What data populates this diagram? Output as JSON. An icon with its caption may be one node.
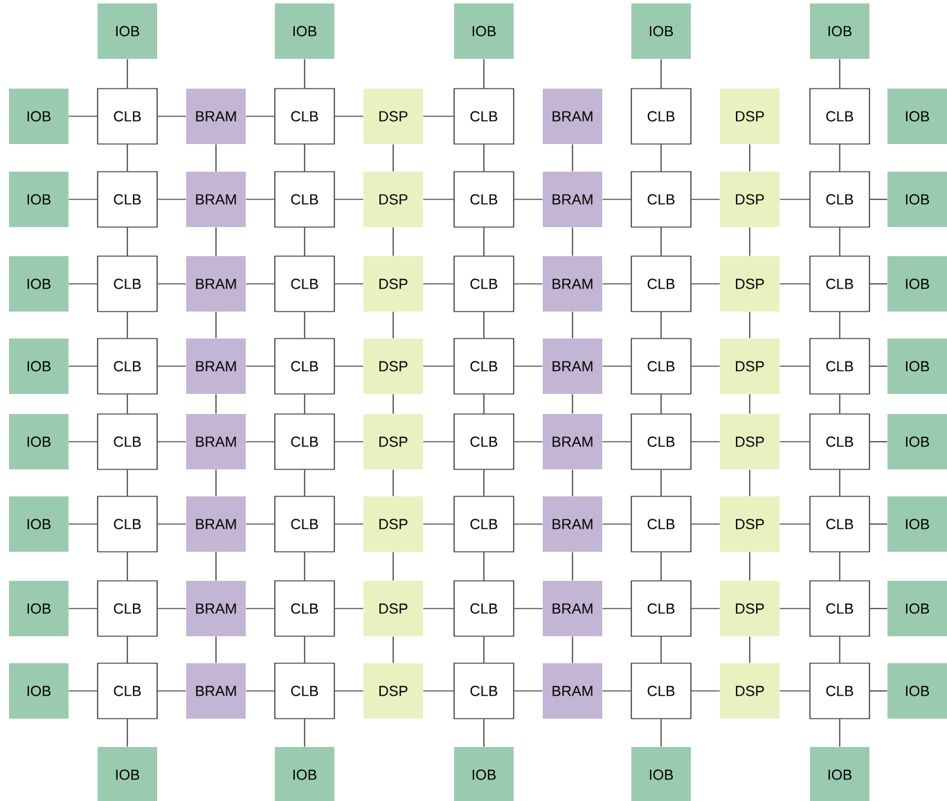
{
  "diagram": {
    "nodes": [
      {
        "text": [
          "IOB"
        ]
      },
      {
        "text": [
          "IOB"
        ]
      },
      {
        "text": [
          "IOB"
        ]
      },
      {
        "text": [
          "IOB"
        ]
      },
      {
        "text": [
          "IOB"
        ]
      },
      {
        "text": [
          "IOB"
        ]
      },
      {
        "text": [
          "CLB"
        ]
      },
      {
        "text": [
          "BRAM"
        ]
      },
      {
        "text": [
          "CLB"
        ]
      },
      {
        "text": [
          "DSP"
        ]
      },
      {
        "text": [
          "CLB"
        ]
      },
      {
        "text": [
          "BRAM"
        ]
      },
      {
        "text": [
          "CLB"
        ]
      },
      {
        "text": [
          "DSP"
        ]
      },
      {
        "text": [
          "CLB"
        ]
      },
      {
        "text": [
          "IOB"
        ]
      },
      {
        "text": [
          "IOB"
        ]
      },
      {
        "text": [
          "CLB"
        ]
      },
      {
        "text": [
          "BRAM"
        ]
      },
      {
        "text": [
          "CLB"
        ]
      },
      {
        "text": [
          "DSP"
        ]
      },
      {
        "text": [
          "CLB"
        ]
      },
      {
        "text": [
          "BRAM"
        ]
      },
      {
        "text": [
          "CLB"
        ]
      },
      {
        "text": [
          "DSP"
        ]
      },
      {
        "text": [
          "CLB"
        ]
      },
      {
        "text": [
          "IOB"
        ]
      },
      {
        "text": [
          "IOB"
        ]
      },
      {
        "text": [
          "CLB"
        ]
      },
      {
        "text": [
          "BRAM"
        ]
      },
      {
        "text": [
          "CLB"
        ]
      },
      {
        "text": [
          "DSP"
        ]
      },
      {
        "text": [
          "CLB"
        ]
      },
      {
        "text": [
          "BRAM"
        ]
      },
      {
        "text": [
          "CLB"
        ]
      },
      {
        "text": [
          "DSP"
        ]
      },
      {
        "text": [
          "CLB"
        ]
      },
      {
        "text": [
          "IOB"
        ]
      },
      {
        "text": [
          "IOB"
        ]
      },
      {
        "text": [
          "CLB"
        ]
      },
      {
        "text": [
          "BRAM"
        ]
      },
      {
        "text": [
          "CLB"
        ]
      },
      {
        "text": [
          "DSP"
        ]
      },
      {
        "text": [
          "CLB"
        ]
      },
      {
        "text": [
          "BRAM"
        ]
      },
      {
        "text": [
          "CLB"
        ]
      },
      {
        "text": [
          "DSP"
        ]
      },
      {
        "text": [
          "CLB"
        ]
      },
      {
        "text": [
          "IOB"
        ]
      },
      {
        "text": [
          "IOB"
        ]
      },
      {
        "text": [
          "CLB"
        ]
      },
      {
        "text": [
          "BRAM"
        ]
      },
      {
        "text": [
          "CLB"
        ]
      },
      {
        "text": [
          "DSP"
        ]
      },
      {
        "text": [
          "CLB"
        ]
      },
      {
        "text": [
          "BRAM"
        ]
      },
      {
        "text": [
          "CLB"
        ]
      },
      {
        "text": [
          "DSP"
        ]
      },
      {
        "text": [
          "CLB"
        ]
      },
      {
        "text": [
          "IOB"
        ]
      },
      {
        "text": [
          "IOB"
        ]
      },
      {
        "text": [
          "CLB"
        ]
      },
      {
        "text": [
          "BRAM"
        ]
      },
      {
        "text": [
          "CLB"
        ]
      },
      {
        "text": [
          "DSP"
        ]
      },
      {
        "text": [
          "CLB"
        ]
      },
      {
        "text": [
          "BRAM"
        ]
      },
      {
        "text": [
          "CLB"
        ]
      },
      {
        "text": [
          "DSP"
        ]
      },
      {
        "text": [
          "CLB"
        ]
      },
      {
        "text": [
          "IOB"
        ]
      },
      {
        "text": [
          "IOB"
        ]
      },
      {
        "text": [
          "CLB"
        ]
      },
      {
        "text": [
          "BRAM"
        ]
      },
      {
        "text": [
          "CLB"
        ]
      },
      {
        "text": [
          "DSP"
        ]
      },
      {
        "text": [
          "CLB"
        ]
      },
      {
        "text": [
          "BRAM"
        ]
      },
      {
        "text": [
          "CLB"
        ]
      },
      {
        "text": [
          "DSP"
        ]
      },
      {
        "text": [
          "CLB"
        ]
      },
      {
        "text": [
          "IOB"
        ]
      },
      {
        "text": [
          "IOB"
        ]
      },
      {
        "text": [
          "CLB"
        ]
      },
      {
        "text": [
          "BRAM"
        ]
      },
      {
        "text": [
          "CLB"
        ]
      },
      {
        "text": [
          "DSP"
        ]
      },
      {
        "text": [
          "CLB"
        ]
      },
      {
        "text": [
          "BRAM"
        ]
      },
      {
        "text": [
          "CLB"
        ]
      },
      {
        "text": [
          "DSP"
        ]
      },
      {
        "text": [
          "CLB"
        ]
      },
      {
        "text": [
          "IOB"
        ]
      },
      {
        "text": [
          "IOB"
        ]
      },
      {
        "text": [
          "IOB"
        ]
      },
      {
        "text": [
          "IOB"
        ]
      },
      {
        "text": [
          "IOB"
        ]
      },
      {
        "text": [
          "IOB"
        ]
      }
    ],
    "edges": [
      {
        "from": 0,
        "to": 6,
        "arrow": "none"
      },
      {
        "from": 1,
        "to": 8,
        "arrow": "none"
      },
      {
        "from": 2,
        "to": 10,
        "arrow": "none"
      },
      {
        "from": 3,
        "to": 12,
        "arrow": "none"
      },
      {
        "from": 4,
        "to": 14,
        "arrow": "none"
      },
      {
        "from": 5,
        "to": 6,
        "arrow": "none"
      },
      {
        "from": 6,
        "to": 7,
        "arrow": "none"
      },
      {
        "from": 7,
        "to": 8,
        "arrow": "none"
      },
      {
        "from": 8,
        "to": 9,
        "arrow": "none"
      },
      {
        "from": 9,
        "to": 10,
        "arrow": "none"
      },
      {
        "from": 6,
        "to": 17,
        "arrow": "none"
      },
      {
        "from": 7,
        "to": 18,
        "arrow": "none"
      },
      {
        "from": 8,
        "to": 19,
        "arrow": "none"
      },
      {
        "from": 9,
        "to": 20,
        "arrow": "none"
      },
      {
        "from": 10,
        "to": 21,
        "arrow": "none"
      },
      {
        "from": 11,
        "to": 22,
        "arrow": "none"
      },
      {
        "from": 12,
        "to": 23,
        "arrow": "none"
      },
      {
        "from": 13,
        "to": 24,
        "arrow": "none"
      },
      {
        "from": 14,
        "to": 25,
        "arrow": "none"
      },
      {
        "from": 16,
        "to": 17,
        "arrow": "none"
      },
      {
        "from": 17,
        "to": 18,
        "arrow": "none"
      },
      {
        "from": 18,
        "to": 19,
        "arrow": "none"
      },
      {
        "from": 19,
        "to": 20,
        "arrow": "none"
      },
      {
        "from": 20,
        "to": 21,
        "arrow": "none"
      },
      {
        "from": 21,
        "to": 22,
        "arrow": "none"
      },
      {
        "from": 22,
        "to": 23,
        "arrow": "none"
      },
      {
        "from": 23,
        "to": 24,
        "arrow": "none"
      },
      {
        "from": 24,
        "to": 25,
        "arrow": "none"
      },
      {
        "from": 25,
        "to": 26,
        "arrow": "none"
      },
      {
        "from": 17,
        "to": 28,
        "arrow": "none"
      },
      {
        "from": 18,
        "to": 29,
        "arrow": "none"
      },
      {
        "from": 19,
        "to": 30,
        "arrow": "none"
      },
      {
        "from": 20,
        "to": 31,
        "arrow": "none"
      },
      {
        "from": 21,
        "to": 32,
        "arrow": "none"
      },
      {
        "from": 22,
        "to": 33,
        "arrow": "none"
      },
      {
        "from": 23,
        "to": 34,
        "arrow": "none"
      },
      {
        "from": 24,
        "to": 35,
        "arrow": "none"
      },
      {
        "from": 25,
        "to": 36,
        "arrow": "none"
      },
      {
        "from": 27,
        "to": 28,
        "arrow": "none"
      },
      {
        "from": 28,
        "to": 29,
        "arrow": "none"
      },
      {
        "from": 29,
        "to": 30,
        "arrow": "none"
      },
      {
        "from": 30,
        "to": 31,
        "arrow": "none"
      },
      {
        "from": 31,
        "to": 32,
        "arrow": "none"
      },
      {
        "from": 32,
        "to": 33,
        "arrow": "none"
      },
      {
        "from": 33,
        "to": 34,
        "arrow": "none"
      },
      {
        "from": 34,
        "to": 35,
        "arrow": "none"
      },
      {
        "from": 35,
        "to": 36,
        "arrow": "none"
      },
      {
        "from": 36,
        "to": 37,
        "arrow": "none"
      },
      {
        "from": 28,
        "to": 39,
        "arrow": "none"
      },
      {
        "from": 29,
        "to": 40,
        "arrow": "none"
      },
      {
        "from": 30,
        "to": 41,
        "arrow": "none"
      },
      {
        "from": 31,
        "to": 42,
        "arrow": "none"
      },
      {
        "from": 32,
        "to": 43,
        "arrow": "none"
      },
      {
        "from": 33,
        "to": 44,
        "arrow": "none"
      },
      {
        "from": 34,
        "to": 45,
        "arrow": "none"
      },
      {
        "from": 35,
        "to": 46,
        "arrow": "none"
      },
      {
        "from": 36,
        "to": 47,
        "arrow": "none"
      },
      {
        "from": 38,
        "to": 39,
        "arrow": "none"
      },
      {
        "from": 39,
        "to": 40,
        "arrow": "none"
      },
      {
        "from": 40,
        "to": 41,
        "arrow": "none"
      },
      {
        "from": 41,
        "to": 42,
        "arrow": "none"
      },
      {
        "from": 42,
        "to": 43,
        "arrow": "none"
      },
      {
        "from": 43,
        "to": 44,
        "arrow": "none"
      },
      {
        "from": 44,
        "to": 45,
        "arrow": "none"
      },
      {
        "from": 45,
        "to": 46,
        "arrow": "none"
      },
      {
        "from": 46,
        "to": 47,
        "arrow": "none"
      },
      {
        "from": 47,
        "to": 48,
        "arrow": "none"
      },
      {
        "from": 39,
        "to": 50,
        "arrow": "none"
      },
      {
        "from": 40,
        "to": 51,
        "arrow": "none"
      },
      {
        "from": 41,
        "to": 52,
        "arrow": "none"
      },
      {
        "from": 42,
        "to": 53,
        "arrow": "none"
      },
      {
        "from": 43,
        "to": 54,
        "arrow": "none"
      },
      {
        "from": 44,
        "to": 55,
        "arrow": "none"
      },
      {
        "from": 45,
        "to": 56,
        "arrow": "none"
      },
      {
        "from": 46,
        "to": 57,
        "arrow": "none"
      },
      {
        "from": 47,
        "to": 58,
        "arrow": "none"
      },
      {
        "from": 49,
        "to": 50,
        "arrow": "none"
      },
      {
        "from": 50,
        "to": 51,
        "arrow": "none"
      },
      {
        "from": 51,
        "to": 52,
        "arrow": "none"
      },
      {
        "from": 52,
        "to": 53,
        "arrow": "none"
      },
      {
        "from": 53,
        "to": 54,
        "arrow": "none"
      },
      {
        "from": 54,
        "to": 55,
        "arrow": "none"
      },
      {
        "from": 55,
        "to": 56,
        "arrow": "none"
      },
      {
        "from": 56,
        "to": 57,
        "arrow": "none"
      },
      {
        "from": 57,
        "to": 58,
        "arrow": "none"
      },
      {
        "from": 58,
        "to": 59,
        "arrow": "none"
      },
      {
        "from": 50,
        "to": 61,
        "arrow": "none"
      },
      {
        "from": 51,
        "to": 62,
        "arrow": "none"
      },
      {
        "from": 52,
        "to": 63,
        "arrow": "none"
      },
      {
        "from": 53,
        "to": 64,
        "arrow": "none"
      },
      {
        "from": 54,
        "to": 65,
        "arrow": "none"
      },
      {
        "from": 55,
        "to": 66,
        "arrow": "none"
      },
      {
        "from": 56,
        "to": 67,
        "arrow": "none"
      },
      {
        "from": 57,
        "to": 68,
        "arrow": "none"
      },
      {
        "from": 58,
        "to": 69,
        "arrow": "none"
      },
      {
        "from": 60,
        "to": 61,
        "arrow": "none"
      },
      {
        "from": 61,
        "to": 62,
        "arrow": "none"
      },
      {
        "from": 62,
        "to": 63,
        "arrow": "none"
      },
      {
        "from": 63,
        "to": 64,
        "arrow": "none"
      },
      {
        "from": 64,
        "to": 65,
        "arrow": "none"
      },
      {
        "from": 65,
        "to": 66,
        "arrow": "none"
      },
      {
        "from": 66,
        "to": 67,
        "arrow": "none"
      },
      {
        "from": 67,
        "to": 68,
        "arrow": "none"
      },
      {
        "from": 68,
        "to": 69,
        "arrow": "none"
      },
      {
        "from": 69,
        "to": 70,
        "arrow": "none"
      },
      {
        "from": 61,
        "to": 72,
        "arrow": "none"
      },
      {
        "from": 62,
        "to": 73,
        "arrow": "none"
      },
      {
        "from": 63,
        "to": 74,
        "arrow": "none"
      },
      {
        "from": 64,
        "to": 75,
        "arrow": "none"
      },
      {
        "from": 65,
        "to": 76,
        "arrow": "none"
      },
      {
        "from": 66,
        "to": 77,
        "arrow": "none"
      },
      {
        "from": 67,
        "to": 78,
        "arrow": "none"
      },
      {
        "from": 68,
        "to": 79,
        "arrow": "none"
      },
      {
        "from": 69,
        "to": 80,
        "arrow": "none"
      },
      {
        "from": 71,
        "to": 72,
        "arrow": "none"
      },
      {
        "from": 72,
        "to": 73,
        "arrow": "none"
      },
      {
        "from": 73,
        "to": 74,
        "arrow": "none"
      },
      {
        "from": 74,
        "to": 75,
        "arrow": "none"
      },
      {
        "from": 75,
        "to": 76,
        "arrow": "none"
      },
      {
        "from": 76,
        "to": 77,
        "arrow": "none"
      },
      {
        "from": 77,
        "to": 78,
        "arrow": "none"
      },
      {
        "from": 78,
        "to": 79,
        "arrow": "none"
      },
      {
        "from": 79,
        "to": 80,
        "arrow": "none"
      },
      {
        "from": 80,
        "to": 81,
        "arrow": "none"
      },
      {
        "from": 72,
        "to": 83,
        "arrow": "none"
      },
      {
        "from": 73,
        "to": 84,
        "arrow": "none"
      },
      {
        "from": 74,
        "to": 85,
        "arrow": "none"
      },
      {
        "from": 75,
        "to": 86,
        "arrow": "none"
      },
      {
        "from": 76,
        "to": 87,
        "arrow": "none"
      },
      {
        "from": 77,
        "to": 88,
        "arrow": "none"
      },
      {
        "from": 78,
        "to": 89,
        "arrow": "none"
      },
      {
        "from": 79,
        "to": 90,
        "arrow": "none"
      },
      {
        "from": 80,
        "to": 91,
        "arrow": "none"
      },
      {
        "from": 82,
        "to": 83,
        "arrow": "none"
      },
      {
        "from": 83,
        "to": 84,
        "arrow": "none"
      },
      {
        "from": 84,
        "to": 85,
        "arrow": "none"
      },
      {
        "from": 85,
        "to": 86,
        "arrow": "none"
      },
      {
        "from": 86,
        "to": 87,
        "arrow": "none"
      },
      {
        "from": 87,
        "to": 88,
        "arrow": "none"
      },
      {
        "from": 88,
        "to": 89,
        "arrow": "none"
      },
      {
        "from": 89,
        "to": 90,
        "arrow": "none"
      },
      {
        "from": 90,
        "to": 91,
        "arrow": "none"
      },
      {
        "from": 91,
        "to": 92,
        "arrow": "none"
      },
      {
        "from": 83,
        "to": 93,
        "arrow": "none"
      },
      {
        "from": 85,
        "to": 94,
        "arrow": "none"
      },
      {
        "from": 87,
        "to": 95,
        "arrow": "none"
      },
      {
        "from": 89,
        "to": 96,
        "arrow": "none"
      },
      {
        "from": 91,
        "to": 97,
        "arrow": "none"
      }
    ]
  }
}
